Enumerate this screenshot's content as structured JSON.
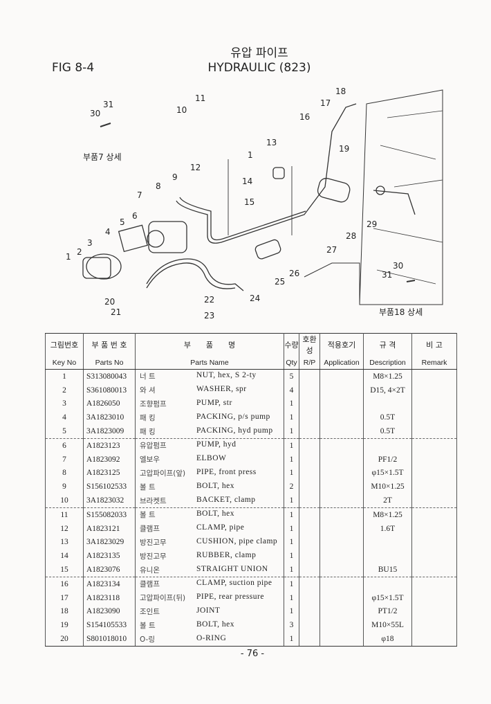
{
  "header": {
    "fig": "FIG 8-4",
    "title_ko": "유압 파이프",
    "title_en": "HYDRAULIC (823)"
  },
  "diagram": {
    "callouts": [
      "31",
      "30",
      "11",
      "10",
      "18",
      "17",
      "16",
      "13",
      "19",
      "1",
      "12",
      "14",
      "9",
      "8",
      "15",
      "7",
      "6",
      "5",
      "4",
      "3",
      "2",
      "1",
      "28",
      "29",
      "27",
      "26",
      "25",
      "24",
      "22",
      "23",
      "21",
      "20",
      "30",
      "31"
    ],
    "detail_left": "부품7 상세",
    "detail_right": "부품18 상세"
  },
  "table": {
    "headers_ko": [
      "그림번호",
      "부 품 번 호",
      "부　　품　　명",
      "수량",
      "호환성",
      "적용호기",
      "규 격",
      "비 고"
    ],
    "headers_en": [
      "Key No",
      "Parts No",
      "Parts Name",
      "Qty",
      "R/P",
      "Application",
      "Description",
      "Remark"
    ],
    "rows": [
      {
        "key": "1",
        "part_no": "S313080043",
        "name_ko": "너 트",
        "name_en": "NUT, hex, S 2-ty",
        "qty": "5",
        "rp": "",
        "app": "",
        "desc": "M8×1.25",
        "remark": ""
      },
      {
        "key": "2",
        "part_no": "S361080013",
        "name_ko": "와 셔",
        "name_en": "WASHER, spr",
        "qty": "4",
        "rp": "",
        "app": "",
        "desc": "D15, 4×2T",
        "remark": ""
      },
      {
        "key": "3",
        "part_no": "A1826050",
        "name_ko": "조향펌프",
        "name_en": "PUMP, str",
        "qty": "1",
        "rp": "",
        "app": "",
        "desc": "",
        "remark": ""
      },
      {
        "key": "4",
        "part_no": "3A1823010",
        "name_ko": "패 킹",
        "name_en": "PACKING, p/s pump",
        "qty": "1",
        "rp": "",
        "app": "",
        "desc": "0.5T",
        "remark": ""
      },
      {
        "key": "5",
        "part_no": "3A1823009",
        "name_ko": "패 킹",
        "name_en": "PACKING, hyd pump",
        "qty": "1",
        "rp": "",
        "app": "",
        "desc": "0.5T",
        "remark": ""
      },
      {
        "key": "6",
        "part_no": "A1823123",
        "name_ko": "유압펌프",
        "name_en": "PUMP, hyd",
        "qty": "1",
        "rp": "",
        "app": "",
        "desc": "",
        "remark": ""
      },
      {
        "key": "7",
        "part_no": "A1823092",
        "name_ko": "엘보우",
        "name_en": "ELBOW",
        "qty": "1",
        "rp": "",
        "app": "",
        "desc": "PF1/2",
        "remark": ""
      },
      {
        "key": "8",
        "part_no": "A1823125",
        "name_ko": "고압파이프(앞)",
        "name_en": "PIPE, front press",
        "qty": "1",
        "rp": "",
        "app": "",
        "desc": "φ15×1.5T",
        "remark": ""
      },
      {
        "key": "9",
        "part_no": "S156102533",
        "name_ko": "볼 트",
        "name_en": "BOLT, hex",
        "qty": "2",
        "rp": "",
        "app": "",
        "desc": "M10×1.25",
        "remark": ""
      },
      {
        "key": "10",
        "part_no": "3A1823032",
        "name_ko": "브라켓트",
        "name_en": "BACKET, clamp",
        "qty": "1",
        "rp": "",
        "app": "",
        "desc": "2T",
        "remark": ""
      },
      {
        "key": "11",
        "part_no": "S155082033",
        "name_ko": "볼 트",
        "name_en": "BOLT, hex",
        "qty": "1",
        "rp": "",
        "app": "",
        "desc": "M8×1.25",
        "remark": ""
      },
      {
        "key": "12",
        "part_no": "A1823121",
        "name_ko": "클램프",
        "name_en": "CLAMP, pipe",
        "qty": "1",
        "rp": "",
        "app": "",
        "desc": "1.6T",
        "remark": ""
      },
      {
        "key": "13",
        "part_no": "3A1823029",
        "name_ko": "방진고무",
        "name_en": "CUSHION, pipe clamp",
        "qty": "1",
        "rp": "",
        "app": "",
        "desc": "",
        "remark": ""
      },
      {
        "key": "14",
        "part_no": "A1823135",
        "name_ko": "방진고무",
        "name_en": "RUBBER, clamp",
        "qty": "1",
        "rp": "",
        "app": "",
        "desc": "",
        "remark": ""
      },
      {
        "key": "15",
        "part_no": "A1823076",
        "name_ko": "유니온",
        "name_en": "STRAIGHT UNION",
        "qty": "1",
        "rp": "",
        "app": "",
        "desc": "BU15",
        "remark": ""
      },
      {
        "key": "16",
        "part_no": "A1823134",
        "name_ko": "클램프",
        "name_en": "CLAMP, suction pipe",
        "qty": "1",
        "rp": "",
        "app": "",
        "desc": "",
        "remark": ""
      },
      {
        "key": "17",
        "part_no": "A1823118",
        "name_ko": "고압파이프(뒤)",
        "name_en": "PIPE, rear pressure",
        "qty": "1",
        "rp": "",
        "app": "",
        "desc": "φ15×1.5T",
        "remark": ""
      },
      {
        "key": "18",
        "part_no": "A1823090",
        "name_ko": "조인트",
        "name_en": "JOINT",
        "qty": "1",
        "rp": "",
        "app": "",
        "desc": "PT1/2",
        "remark": ""
      },
      {
        "key": "19",
        "part_no": "S154105533",
        "name_ko": "볼 트",
        "name_en": "BOLT, hex",
        "qty": "3",
        "rp": "",
        "app": "",
        "desc": "M10×55L",
        "remark": ""
      },
      {
        "key": "20",
        "part_no": "S801018010",
        "name_ko": "O-링",
        "name_en": "O-RING",
        "qty": "1",
        "rp": "",
        "app": "",
        "desc": "φ18",
        "remark": ""
      }
    ]
  },
  "footer": {
    "page": "- 76 -"
  }
}
